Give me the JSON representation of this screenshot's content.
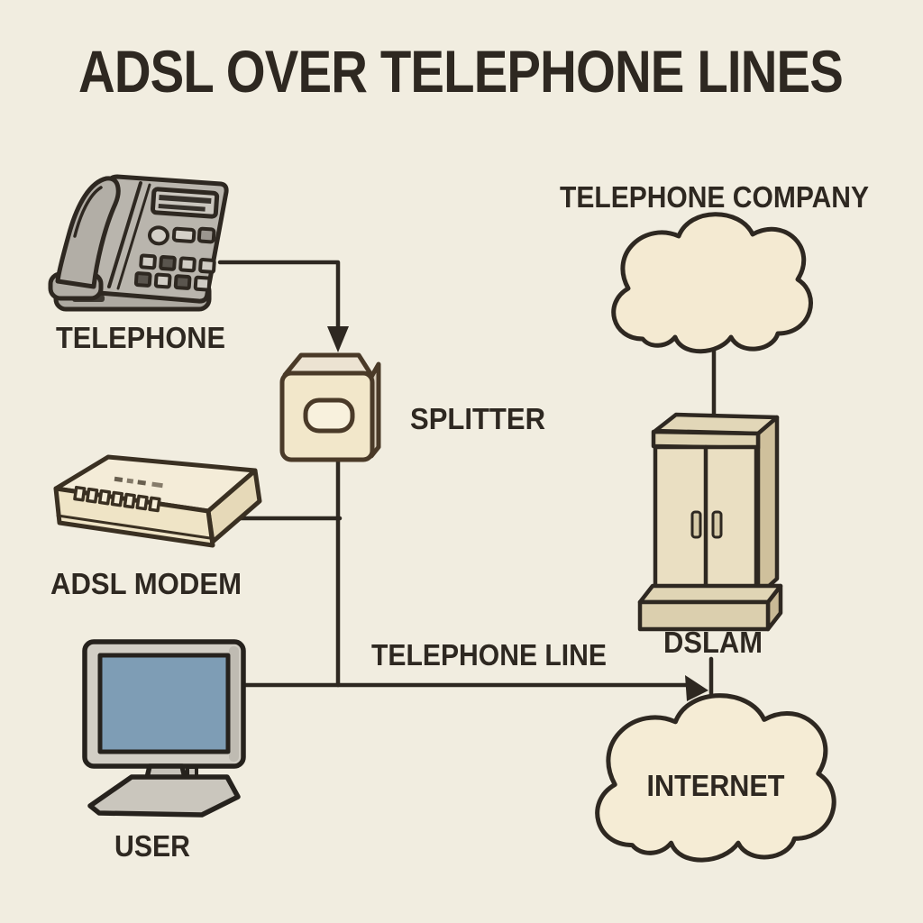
{
  "title": "ADSL OVER TELEPHONE LINES",
  "nodes": {
    "telephone": {
      "label": "TELEPHONE",
      "icon": "desk-phone-icon"
    },
    "splitter": {
      "label": "SPLITTER",
      "icon": "splitter-box-icon"
    },
    "adsl_modem": {
      "label": "ADSL MODEM",
      "icon": "modem-icon"
    },
    "user": {
      "label": "USER",
      "icon": "desktop-monitor-icon"
    },
    "telephone_company": {
      "label": "TELEPHONE COMPANY",
      "icon": "cloud-icon"
    },
    "dslam": {
      "label": "DSLAM",
      "icon": "equipment-cabinet-icon"
    },
    "internet": {
      "label": "INTERNET",
      "icon": "cloud-icon"
    }
  },
  "connections": {
    "telephone_line_label": "TELEPHONE LINE",
    "edges": [
      "telephone -> splitter (arrow into splitter top)",
      "adsl_modem -> splitter drop line",
      "splitter -> telephone_line junction",
      "user -> telephone_line junction",
      "telephone_line -> dslam (arrow)",
      "telephone_company -> dslam",
      "dslam -> internet"
    ]
  },
  "colors": {
    "background": "#f1ede0",
    "ink": "#2e2821",
    "device_cream": "#f2e7ca",
    "cabinet_tan": "#eadfc2",
    "cloud_fill": "#f4ead2",
    "phone_gray": "#b9b5ad",
    "monitor_gray": "#d2cec5",
    "screen_blue": "#7e9db5"
  }
}
